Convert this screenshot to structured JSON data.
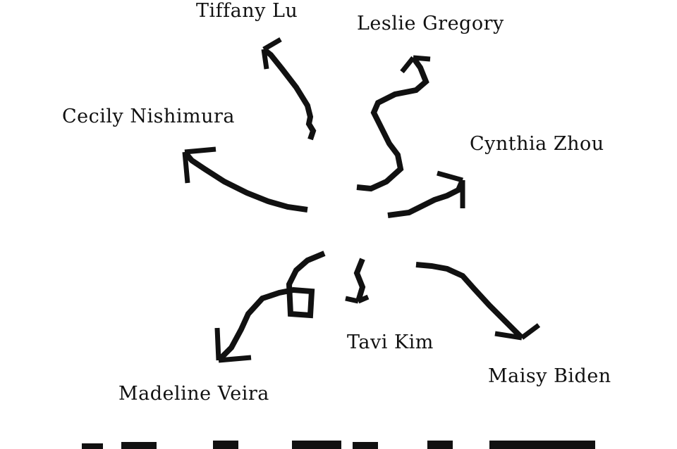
{
  "colors": {
    "ink": "#111111",
    "background": "#ffffff"
  },
  "names": [
    {
      "id": "tiffany",
      "label": "Tiffany Lu"
    },
    {
      "id": "leslie",
      "label": "Leslie Gregory"
    },
    {
      "id": "cecily",
      "label": "Cecily Nishimura"
    },
    {
      "id": "cynthia",
      "label": "Cynthia Zhou"
    },
    {
      "id": "tavi",
      "label": "Tavi Kim"
    },
    {
      "id": "madeline",
      "label": "Madeline Veira"
    },
    {
      "id": "maisy",
      "label": "Maisy Biden"
    }
  ]
}
